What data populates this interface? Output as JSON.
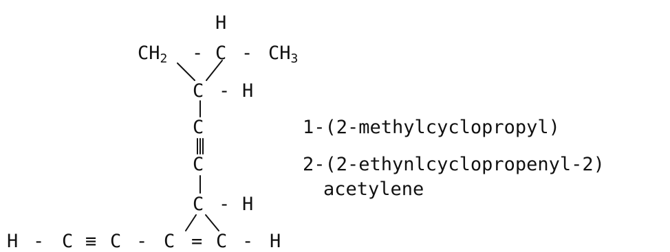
{
  "structure": {
    "atoms": {
      "h_top": "H",
      "ch2_text": "CH",
      "ch2_sub": "2",
      "c_top": "C",
      "ch3_text": "CH",
      "ch3_sub": "3",
      "c_ring1": "C",
      "h_ring1": "H",
      "c_alkyne1": "C",
      "c_alkyne2": "C",
      "c_ring2": "C",
      "h_ring2": "H",
      "h_left": "H",
      "c_b1": "C",
      "c_b2": "C",
      "c_b3": "C",
      "c_b4": "C",
      "h_right": "H"
    },
    "bonds": {
      "dash": "-",
      "triple": "≡",
      "double": "="
    }
  },
  "name": {
    "line1": "1-(2-methylcyclopropyl)",
    "line2": "2-(2-ethynlcyclopropenyl-2)",
    "line3": "acetylene"
  }
}
